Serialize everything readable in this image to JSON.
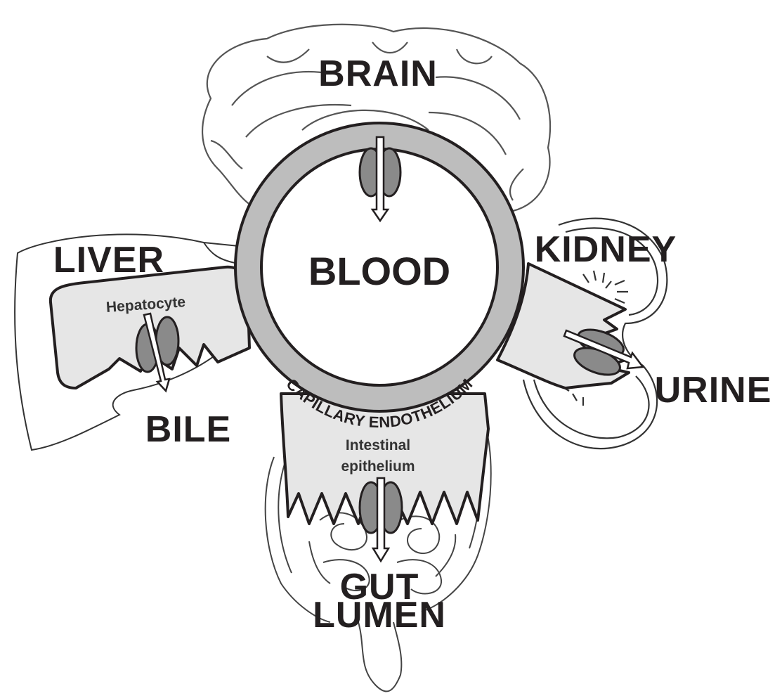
{
  "labels": {
    "brain": "BRAIN",
    "blood": "BLOOD",
    "liver": "LIVER",
    "hepatocyte": "Hepatocyte",
    "bile": "BILE",
    "kidney": "KIDNEY",
    "urine": "URINE",
    "intestinal_line1": "Intestinal",
    "intestinal_line2": "epithelium",
    "gut": "GUT",
    "lumen": "LUMEN",
    "capillary_endothelium": "CAPILLARY ENDOTHELIUM"
  },
  "colors": {
    "ink": "#231f20",
    "ring": "#bdbdbd",
    "cell_fill": "#e6e6e6",
    "transporter": "#8a8a8a"
  }
}
